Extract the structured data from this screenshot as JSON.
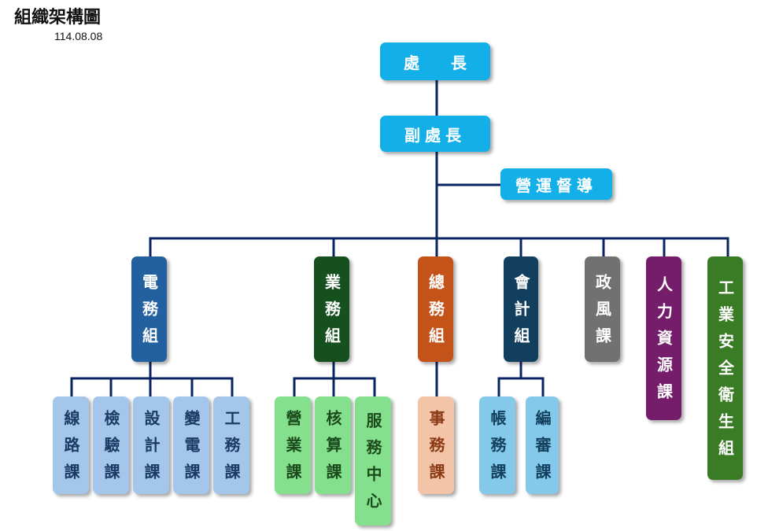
{
  "header": {
    "title": "組織架構圖",
    "date": "114.08.08"
  },
  "colors": {
    "line": "#0a2463",
    "top": "#12afe8",
    "electric": "#22609f",
    "business": "#17501f",
    "general": "#c4531a",
    "accounting": "#123f5e",
    "ethics": "#717171",
    "hr": "#751c6b",
    "safety": "#3a7b25",
    "electric_sub": "#a4c6ea",
    "business_sub": "#84e08c",
    "general_sub": "#f4c4a8",
    "accounting_sub": "#84c9ea"
  },
  "top": {
    "director": "處　　長",
    "deputy": "副處長",
    "supervision": "營運督導"
  },
  "divisions": [
    {
      "label": "電務組",
      "subs": [
        "線路課",
        "檢驗課",
        "設計課",
        "變電課",
        "工務課"
      ]
    },
    {
      "label": "業務組",
      "subs": [
        "營業課",
        "核算課",
        "服務中心"
      ]
    },
    {
      "label": "總務組",
      "subs": [
        "事務課"
      ]
    },
    {
      "label": "會計組",
      "subs": [
        "帳務課",
        "編審課"
      ]
    },
    {
      "label": "政風課",
      "subs": []
    },
    {
      "label": "人力資源課",
      "subs": []
    },
    {
      "label": "工業安全衛生組",
      "subs": []
    }
  ]
}
